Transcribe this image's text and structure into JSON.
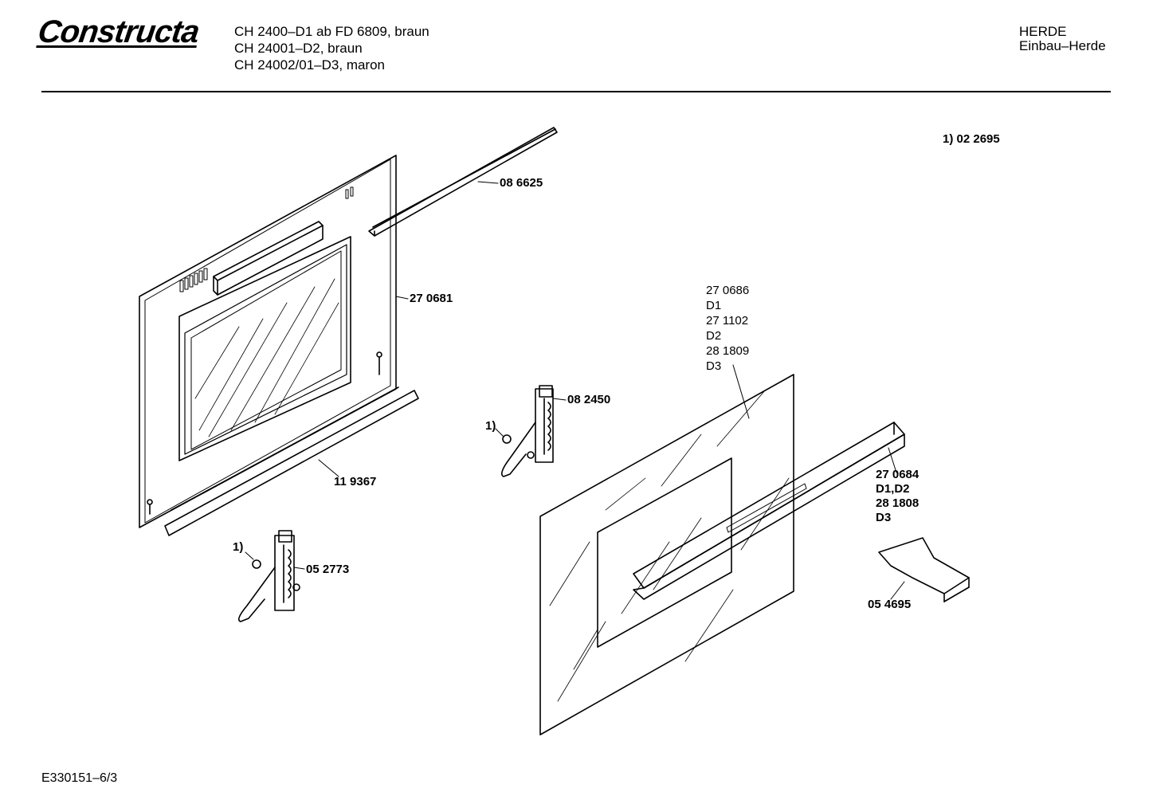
{
  "header": {
    "brand": "Constructa",
    "models": [
      "CH 2400–D1 ab FD 6809, braun",
      "CH 24001–D2, braun",
      "CH 24002/01–D3, maron"
    ],
    "category": [
      "HERDE",
      "Einbau–Herde"
    ]
  },
  "footnote": "1) 02 2695",
  "parts": {
    "p086625": "08 6625",
    "p270681": "27 0681",
    "p119367": "11 9367",
    "p082450": "08 2450",
    "p052773": "05 2773",
    "p054695": "05 4695",
    "note1a": "1)",
    "note1b": "1)",
    "glass_variants": [
      "27 0686",
      "D1",
      "27 1102",
      "D2",
      "28 1809",
      "D3"
    ],
    "handle_variants": [
      "27 0684",
      "D1,D2",
      "28 1808",
      "D3"
    ]
  },
  "footer": {
    "code": "E330151–6/3"
  }
}
